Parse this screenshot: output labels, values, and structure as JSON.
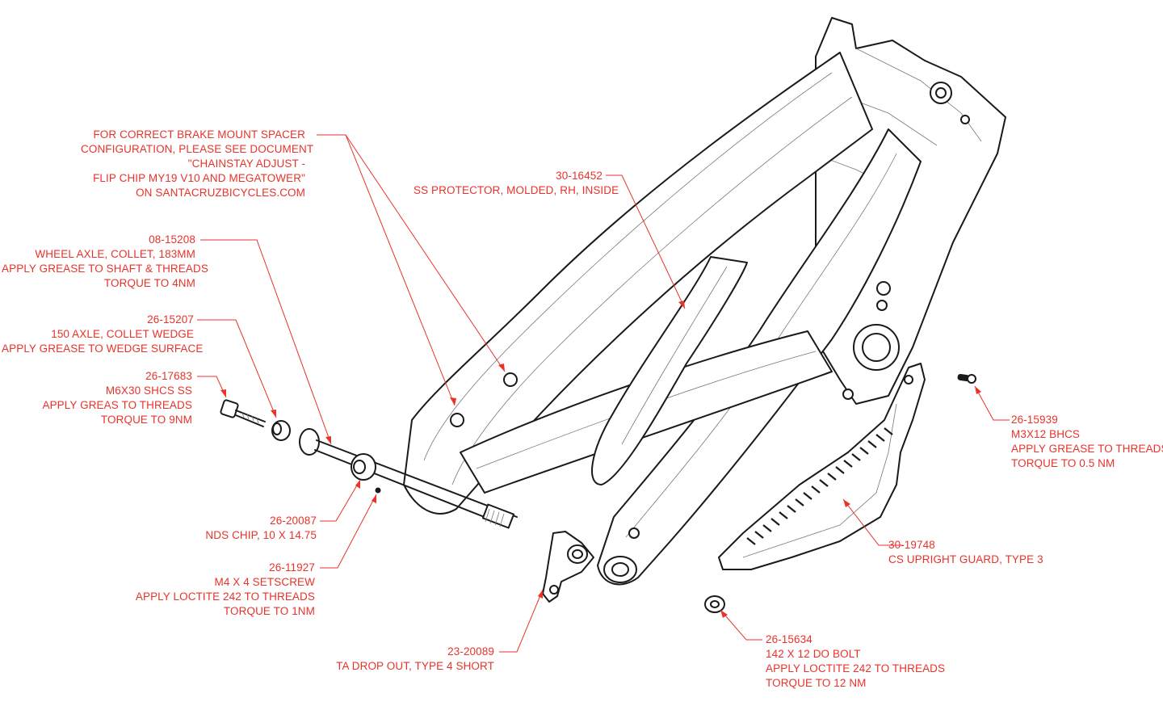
{
  "colors": {
    "callout": "#e8332b",
    "linework": "#1a1a1a",
    "background": "#ffffff"
  },
  "callouts": {
    "brake_note": {
      "lines": [
        "FOR CORRECT BRAKE MOUNT SPACER",
        "CONFIGURATION, PLEASE SEE DOCUMENT",
        "\"CHAINSTAY ADJUST -",
        "FLIP CHIP MY19 V10 AND MEGATOWER\"",
        "ON SANTACRUZBICYCLES.COM"
      ]
    },
    "protector": {
      "lines": [
        "30-16452",
        "SS PROTECTOR, MOLDED, RH, INSIDE"
      ]
    },
    "wheel_axle": {
      "lines": [
        "08-15208",
        "WHEEL AXLE, COLLET, 183MM",
        "APPLY GREASE TO SHAFT & THREADS",
        "TORQUE TO 4NM"
      ]
    },
    "collet_wedge": {
      "lines": [
        "26-15207",
        "150 AXLE, COLLET WEDGE",
        "APPLY GREASE TO WEDGE SURFACE"
      ]
    },
    "shcs": {
      "lines": [
        "26-17683",
        "M6X30 SHCS SS",
        "APPLY GREAS TO THREADS",
        "TORQUE TO 9NM"
      ]
    },
    "nds_chip": {
      "lines": [
        "26-20087",
        "NDS CHIP, 10 X 14.75"
      ]
    },
    "setscrew": {
      "lines": [
        "26-11927",
        "M4 X 4 SETSCREW",
        "APPLY LOCTITE 242 TO THREADS",
        "TORQUE TO 1NM"
      ]
    },
    "dropout": {
      "lines": [
        "23-20089",
        "TA DROP OUT, TYPE 4 SHORT"
      ]
    },
    "bhcs": {
      "lines": [
        "26-15939",
        "M3X12 BHCS",
        "APPLY GREASE TO THREADS",
        "TORQUE TO 0.5 NM"
      ]
    },
    "guard": {
      "lines": [
        "30-19748",
        "CS UPRIGHT GUARD, TYPE 3"
      ]
    },
    "do_bolt": {
      "lines": [
        "26-15634",
        "142 X 12 DO BOLT",
        "APPLY LOCTITE 242 TO THREADS",
        "TORQUE TO 12 NM"
      ]
    }
  }
}
